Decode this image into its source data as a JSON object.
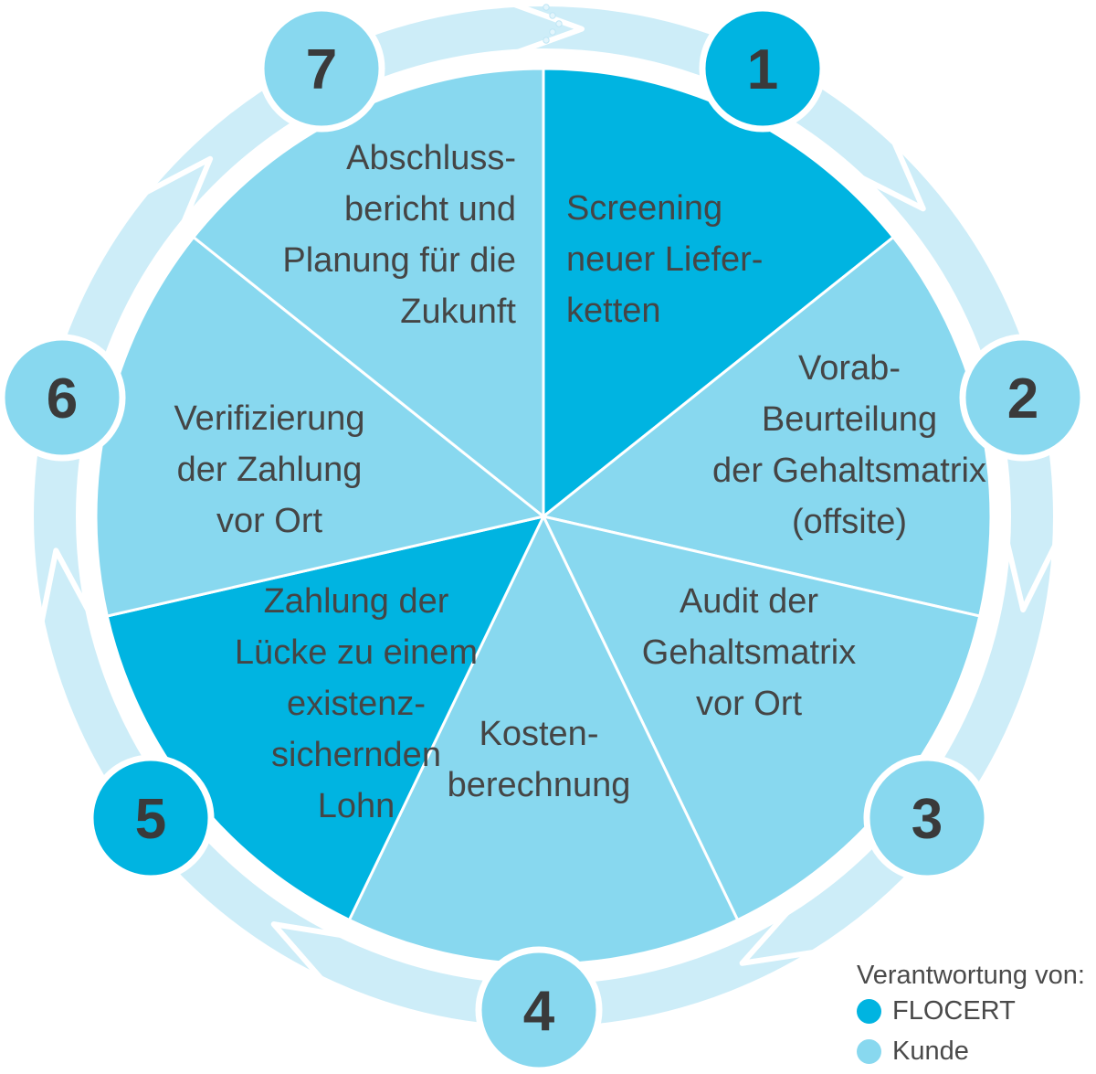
{
  "colors": {
    "flocert": "#00b4e1",
    "kunde": "#88d8ef",
    "ring": "#cdedf8",
    "ring_dots": "#e3f5fc",
    "divider": "#ffffff",
    "text": "#454545",
    "number_text": "#3a3a3a"
  },
  "segments": [
    {
      "number": "1",
      "owner": "flocert",
      "lines": [
        "Screening",
        "neuer Liefer-",
        "ketten"
      ]
    },
    {
      "number": "2",
      "owner": "kunde",
      "lines": [
        "Vorab-",
        "Beurteilung",
        "der Gehaltsmatrix",
        "(offsite)"
      ]
    },
    {
      "number": "3",
      "owner": "kunde",
      "lines": [
        "Audit der",
        "Gehaltsmatrix",
        "vor Ort"
      ]
    },
    {
      "number": "4",
      "owner": "kunde",
      "lines": [
        "Kosten-",
        "berechnung"
      ]
    },
    {
      "number": "5",
      "owner": "flocert",
      "lines": [
        "Zahlung der",
        "Lücke zu einem",
        "existenz-",
        "sichernden",
        "Lohn"
      ]
    },
    {
      "number": "6",
      "owner": "kunde",
      "lines": [
        "Verifizierung",
        "der Zahlung",
        "vor Ort"
      ]
    },
    {
      "number": "7",
      "owner": "kunde",
      "lines": [
        "Abschluss-",
        "bericht und",
        "Planung für die",
        "Zukunft"
      ]
    }
  ],
  "legend": {
    "title": "Verantwortung von:",
    "items": [
      {
        "label": "FLOCERT",
        "owner": "flocert"
      },
      {
        "label": "Kunde",
        "owner": "kunde"
      }
    ]
  }
}
